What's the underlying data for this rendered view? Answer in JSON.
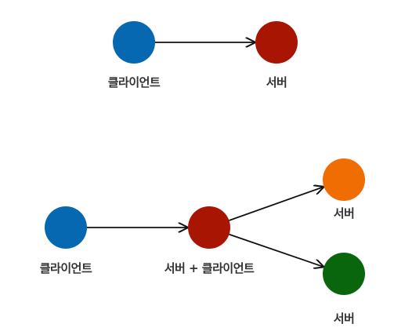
{
  "diagrams": [
    {
      "nodes": [
        {
          "id": "client",
          "label": "클라이언트",
          "color": "#0568b0"
        },
        {
          "id": "server",
          "label": "서버",
          "color": "#a81502"
        }
      ],
      "edges": [
        {
          "from": "client",
          "to": "server"
        }
      ]
    },
    {
      "nodes": [
        {
          "id": "client",
          "label": "클라이언트",
          "color": "#0568b0"
        },
        {
          "id": "proxy",
          "label": "서버 + 클라이언트",
          "color": "#a81502"
        },
        {
          "id": "server-a",
          "label": "서버",
          "color": "#f06d04"
        },
        {
          "id": "server-b",
          "label": "서버",
          "color": "#0a660c"
        }
      ],
      "edges": [
        {
          "from": "client",
          "to": "proxy"
        },
        {
          "from": "proxy",
          "to": "server-a"
        },
        {
          "from": "proxy",
          "to": "server-b"
        }
      ]
    }
  ],
  "colors": {
    "edge": "#111111",
    "label": "#333333"
  }
}
